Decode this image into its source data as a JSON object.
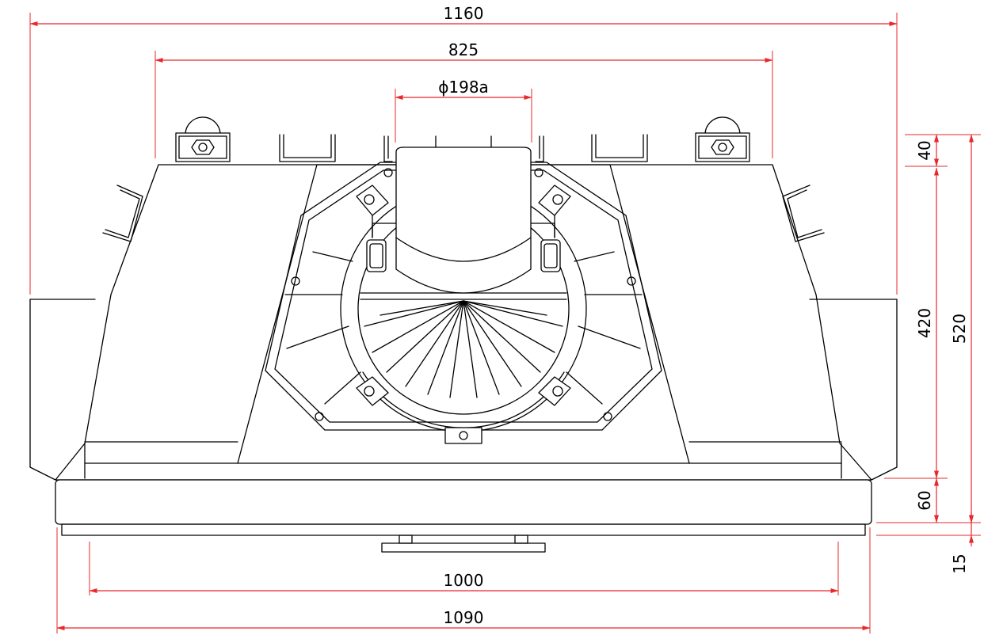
{
  "colors": {
    "dimension": "#e8282b",
    "outline": "#000000",
    "background": "#ffffff"
  },
  "dimensions": {
    "overall_top_width": "1160",
    "hanger_span": "825",
    "flue_diameter": "ϕ198a",
    "bottom_inner_width": "1000",
    "bottom_outer_width": "1090",
    "top_offset": "40",
    "body_height": "420",
    "overall_height": "520",
    "frame_height": "60",
    "base_height": "15"
  }
}
